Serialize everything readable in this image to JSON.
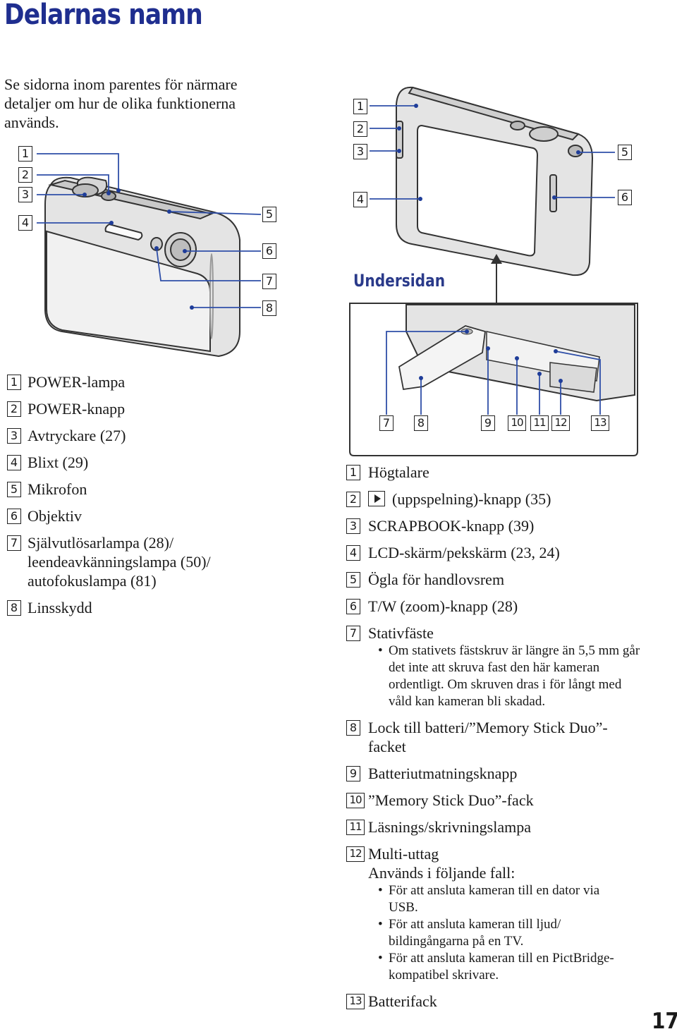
{
  "title": "Delarnas namn",
  "intro": "Se sidorna inom parentes för närmare detaljer om hur de olika funktionerna används.",
  "undersidan": "Undersidan",
  "page_number": "17",
  "front_callouts": [
    "1",
    "2",
    "3",
    "4",
    "5",
    "6",
    "7",
    "8"
  ],
  "back_callouts": [
    "1",
    "2",
    "3",
    "4",
    "5",
    "6"
  ],
  "bottom_callouts": [
    "7",
    "8",
    "9",
    "10",
    "11",
    "12",
    "13"
  ],
  "front_items": [
    {
      "num": "1",
      "text": "POWER-lampa"
    },
    {
      "num": "2",
      "text": "POWER-knapp"
    },
    {
      "num": "3",
      "text": "Avtryckare (27)"
    },
    {
      "num": "4",
      "text": "Blixt (29)"
    },
    {
      "num": "5",
      "text": "Mikrofon"
    },
    {
      "num": "6",
      "text": "Objektiv"
    },
    {
      "num": "7",
      "text": "Självutlösarlampa (28)/ leendeavkänningslampa (50)/ autofokuslampa (81)"
    },
    {
      "num": "8",
      "text": "Linsskydd"
    }
  ],
  "back_items": [
    {
      "num": "1",
      "text": "Högtalare"
    },
    {
      "num": "2",
      "text": "(uppspelning)-knapp (35)",
      "icon": "play-icon"
    },
    {
      "num": "3",
      "text": "SCRAPBOOK-knapp (39)"
    },
    {
      "num": "4",
      "text": "LCD-skärm/pekskärm (23, 24)"
    },
    {
      "num": "5",
      "text": "Ögla för handlovsrem"
    },
    {
      "num": "6",
      "text": "T/W (zoom)-knapp (28)"
    },
    {
      "num": "7",
      "text": "Stativfäste",
      "bullets": [
        "Om stativets fästskruv är längre än 5,5 mm går det inte att skruva fast den här kameran ordentligt. Om skruven dras i för långt med våld kan kameran bli skadad."
      ]
    },
    {
      "num": "8",
      "text": "Lock till batteri/”Memory Stick Duo”-facket"
    },
    {
      "num": "9",
      "text": "Batteriutmatningsknapp"
    },
    {
      "num": "10",
      "text": "”Memory Stick Duo”-fack"
    },
    {
      "num": "11",
      "text": "Läsnings/skrivningslampa"
    },
    {
      "num": "12",
      "text": "Multi-uttag",
      "sub": "Används i följande fall:",
      "bullets": [
        "För att ansluta kameran till en dator via USB.",
        "För att ansluta kameran till ljud/ bildingångarna på en TV.",
        "För att ansluta kameran till en PictBridge-kompatibel skrivare."
      ]
    },
    {
      "num": "13",
      "text": "Batterifack"
    }
  ],
  "colors": {
    "title": "#1f2e8f",
    "leader": "#2f4fa8"
  }
}
